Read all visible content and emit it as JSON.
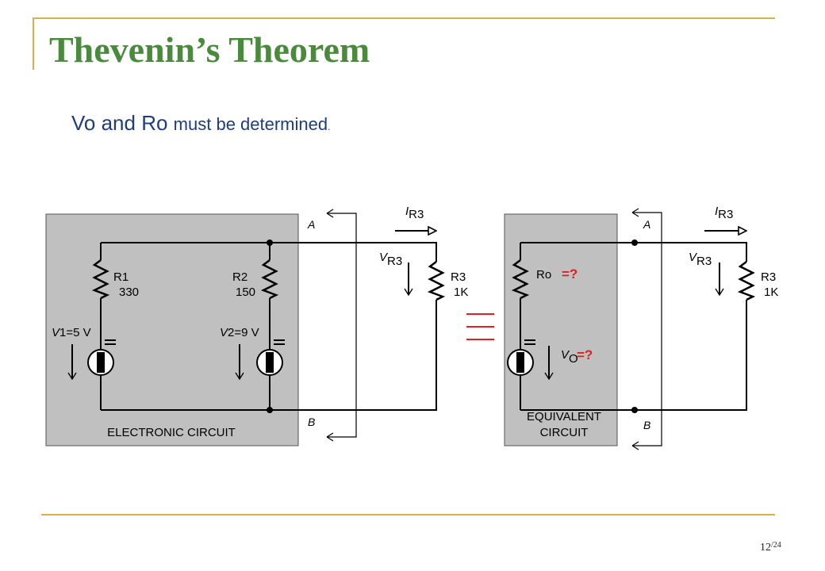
{
  "slide": {
    "title": "Thevenin’s Theorem",
    "subtitle_part1": "Vo and Ro",
    "subtitle_part2": "must be determined",
    "subtitle_part3": ".",
    "page_current": "12",
    "page_total": "/24"
  },
  "left_circuit": {
    "box_label": "ELECTRONIC CIRCUIT",
    "r1_name": "R1",
    "r1_value": "330",
    "r2_name": "R2",
    "r2_value": "150",
    "v1_italic": "V",
    "v1_rest": "1=5 V",
    "v2_italic": "V",
    "v2_rest": "2=9 V",
    "terminal_a": "A",
    "terminal_b": "B",
    "i_italic": "I",
    "i_sub": "R3",
    "v_italic": "V",
    "v_sub": "R3",
    "r3_name": "R3",
    "r3_value": "1K"
  },
  "right_circuit": {
    "box_label_line1": "EQUIVALENT",
    "box_label_line2": "CIRCUIT",
    "ro_name": "Ro",
    "ro_unknown": "=?",
    "vo_italic": "V",
    "vo_sub": "O",
    "vo_unknown": "=?",
    "terminal_a": "A",
    "terminal_b": "B",
    "i_italic": "I",
    "i_sub": "R3",
    "v_italic": "V",
    "v_sub": "R3",
    "r3_name": "R3",
    "r3_value": "1K"
  },
  "colors": {
    "title": "#4a8a3c",
    "subtitle": "#1f3d7a",
    "accent_rule": "#d4b34a",
    "unknown": "#e02020",
    "box_fill": "#c0c0c0"
  }
}
